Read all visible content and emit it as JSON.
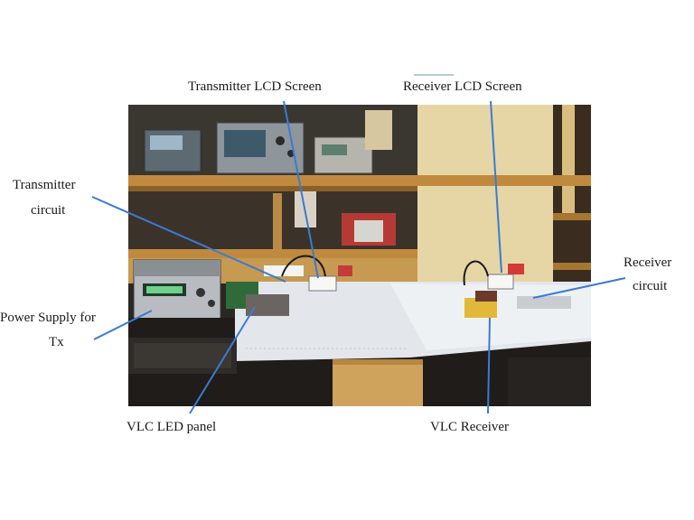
{
  "figure": {
    "labels": {
      "tx_lcd": "Transmitter LCD Screen",
      "rx_lcd": "Receiver LCD Screen",
      "tx_circuit_1": "Transmitter",
      "tx_circuit_2": "circuit",
      "rx_circuit_1": "Receiver",
      "rx_circuit_2": "circuit",
      "power_1": "Power Supply for",
      "power_2": "Tx",
      "vlc_led": "VLC LED panel",
      "vlc_rx": "VLC Receiver"
    },
    "colors": {
      "leader": "#3a7bd5",
      "paper": "#e9edf2",
      "shelf_wood": "#c7964a",
      "wall": "#e8d7a6"
    }
  }
}
